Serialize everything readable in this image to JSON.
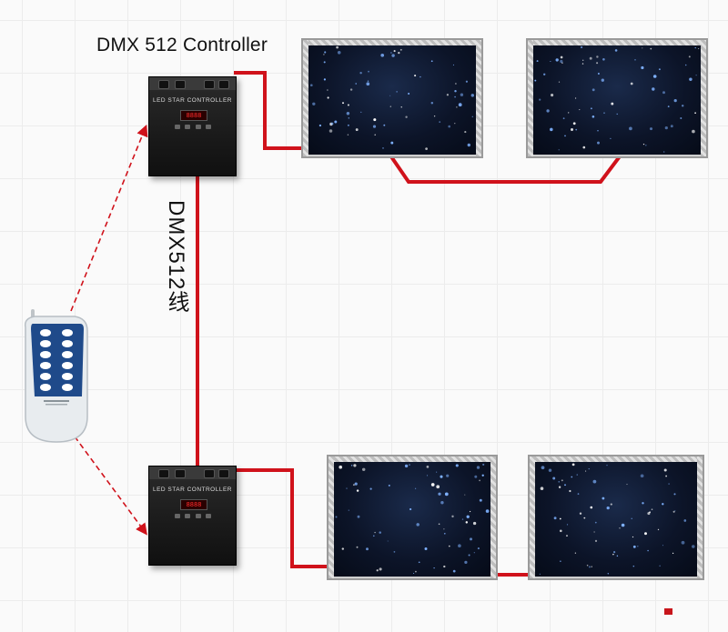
{
  "diagram": {
    "title": "DMX 512 Controller",
    "link_label": "DMX512线",
    "controller_label": "LED STAR CONTROLLER",
    "controller_display": "8888",
    "colors": {
      "wire": "#d0121b",
      "wireless": "#d0121b",
      "panel": "#0c1428",
      "controller": "#1c1c1c",
      "remote_body": "#e8ecef",
      "remote_buttons": "#1f4a8a"
    },
    "nodes": [
      {
        "id": "controller-top",
        "kind": "controller"
      },
      {
        "id": "controller-bottom",
        "kind": "controller"
      },
      {
        "id": "panel-top-left",
        "kind": "led-star-panel"
      },
      {
        "id": "panel-top-right",
        "kind": "led-star-panel"
      },
      {
        "id": "panel-bottom-left",
        "kind": "led-star-panel"
      },
      {
        "id": "panel-bottom-right",
        "kind": "led-star-panel"
      },
      {
        "id": "remote",
        "kind": "wireless-remote"
      }
    ],
    "edges": [
      {
        "from": "controller-top",
        "to": "panel-top-left",
        "style": "solid"
      },
      {
        "from": "panel-top-left",
        "to": "panel-top-right",
        "style": "solid"
      },
      {
        "from": "controller-top",
        "to": "controller-bottom",
        "style": "solid"
      },
      {
        "from": "controller-bottom",
        "to": "panel-bottom-left",
        "style": "solid"
      },
      {
        "from": "panel-bottom-left",
        "to": "panel-bottom-right",
        "style": "solid"
      },
      {
        "from": "remote",
        "to": "controller-top",
        "style": "dashed"
      },
      {
        "from": "remote",
        "to": "controller-bottom",
        "style": "dashed"
      }
    ]
  }
}
